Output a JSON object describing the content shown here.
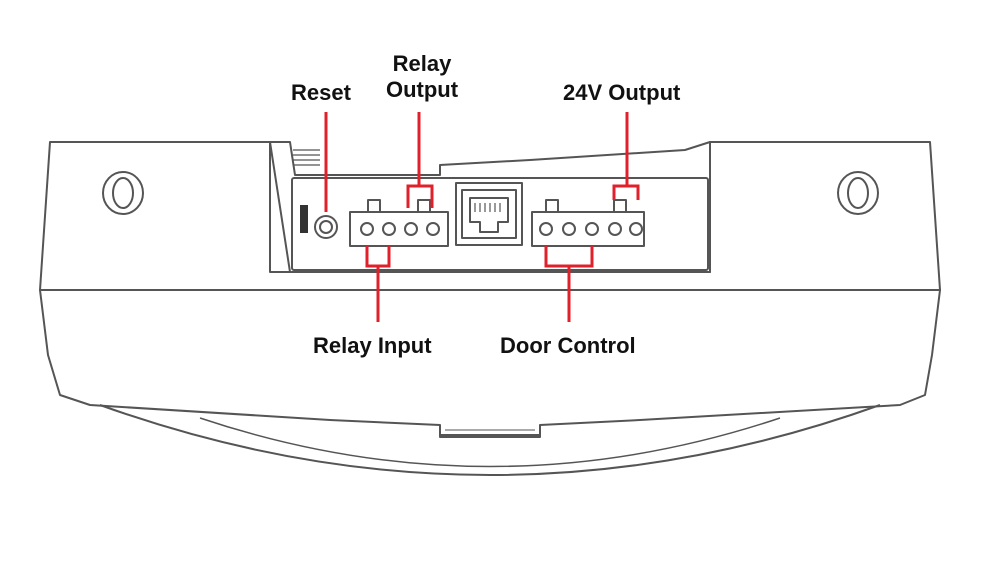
{
  "labels": {
    "reset": "Reset",
    "relay_output_line1": "Relay",
    "relay_output_line2": "Output",
    "output_24v": "24V Output",
    "relay_input": "Relay Input",
    "door_control": "Door Control"
  },
  "colors": {
    "callout": "#e0202a",
    "outline": "#555555",
    "text": "#111111"
  },
  "icons": [
    "reset-button-icon",
    "relay-connector-icon",
    "rj45-port-icon",
    "door-control-connector-icon",
    "mounting-hole-icon"
  ]
}
